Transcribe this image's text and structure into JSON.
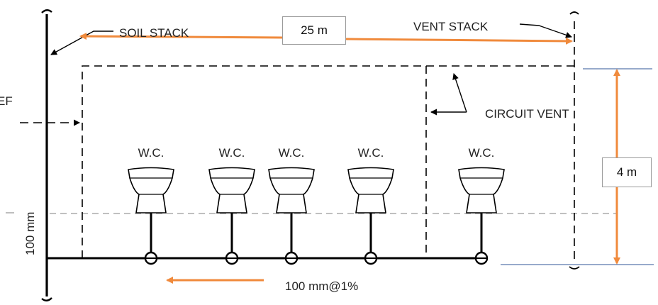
{
  "labels": {
    "soil_stack": "SOIL STACK",
    "vent_stack": "VENT STACK",
    "circuit_vent": "CIRCUIT VENT",
    "ef": "EF",
    "wc": "W.C.",
    "pipe_size": "100 mm",
    "slope": "100 mm@1%"
  },
  "dimensions": {
    "length": "25 m",
    "height": "4 m"
  },
  "fixtures": [
    {
      "label": "W.C."
    },
    {
      "label": "W.C."
    },
    {
      "label": "W.C."
    },
    {
      "label": "W.C."
    },
    {
      "label": "W.C."
    }
  ],
  "colors": {
    "dimension": "#f08a3c",
    "pipe": "#000000",
    "guide": "#2f5597"
  }
}
